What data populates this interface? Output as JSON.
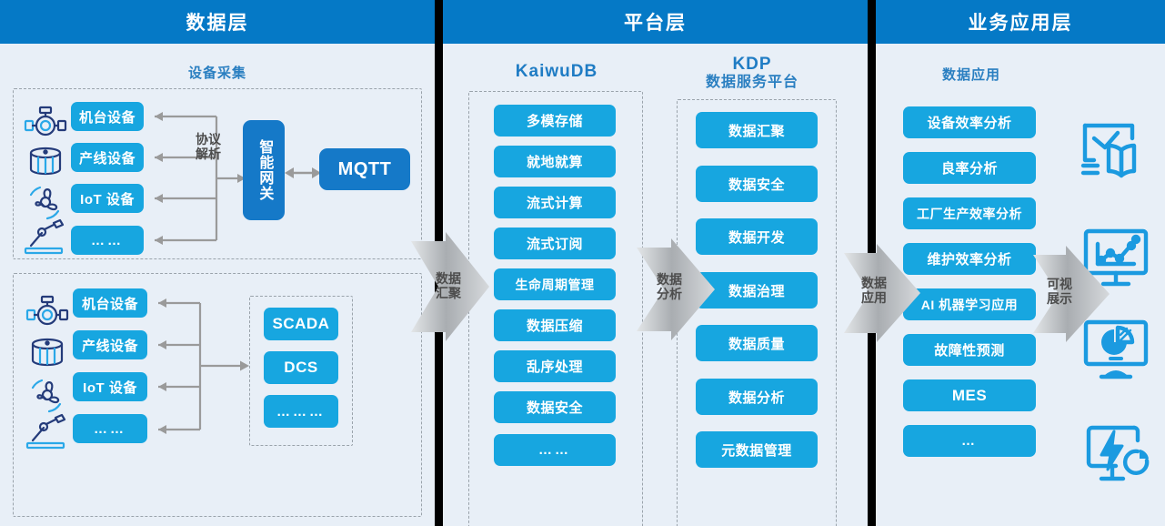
{
  "panels": [
    {
      "key": "data",
      "title": "数据层"
    },
    {
      "key": "platform",
      "title": "平台层"
    },
    {
      "key": "app",
      "title": "业务应用层"
    }
  ],
  "data_layer": {
    "section_title": "设备采集",
    "group_top": {
      "devices": [
        "机台设备",
        "产线设备",
        "IoT 设备",
        "……"
      ],
      "device_icons": [
        "valve-icon",
        "tank-icon",
        "fan-icon",
        "robot-arm-icon"
      ],
      "protocol_label": "协议\n解析",
      "gateway": "智能网关",
      "mqtt": "MQTT"
    },
    "group_bottom": {
      "devices": [
        "机台设备",
        "产线设备",
        "IoT 设备",
        "……"
      ],
      "device_icons": [
        "valve-icon",
        "tank-icon",
        "fan-icon",
        "robot-arm-icon"
      ],
      "systems": [
        "SCADA",
        "DCS",
        "………"
      ]
    }
  },
  "platform_layer": {
    "kaiwudb": {
      "title": "KaiwuDB",
      "items": [
        "多模存储",
        "就地就算",
        "流式计算",
        "流式订阅",
        "生命周期管理",
        "数据压缩",
        "乱序处理",
        "数据安全",
        "……"
      ]
    },
    "kdp": {
      "title_line1": "KDP",
      "title_line2": "数据服务平台",
      "items": [
        "数据汇聚",
        "数据安全",
        "数据开发",
        "数据治理",
        "数据质量",
        "数据分析",
        "元数据管理"
      ]
    }
  },
  "app_layer": {
    "section_title": "数据应用",
    "items": [
      "设备效率分析",
      "良率分析",
      "工厂生产效率分析",
      "维护效率分析",
      "AI 机器学习应用",
      "故障性预测",
      "MES",
      "…"
    ],
    "visual_icons": [
      "chart-book-icon",
      "monitor-line-chart-icon",
      "monitor-pie-chart-icon",
      "monitor-energy-icon"
    ]
  },
  "arrows": [
    {
      "name": "data-aggregation",
      "label": "数据\n汇聚"
    },
    {
      "name": "data-analysis",
      "label": "数据\n分析"
    },
    {
      "name": "data-application",
      "label": "数据\n应用"
    },
    {
      "name": "visualization",
      "label": "可视\n展示"
    }
  ],
  "colors": {
    "header_blue": "#0579c6",
    "panel_bg": "#e8eff7",
    "chip_blue": "#17a6e0",
    "chip_dark_blue": "#1579c8",
    "title_blue": "#2a7fc1",
    "arrow_gray": "#b9bdc1",
    "dash_gray": "#9aa3ab",
    "icon_navy": "#243b7a"
  }
}
